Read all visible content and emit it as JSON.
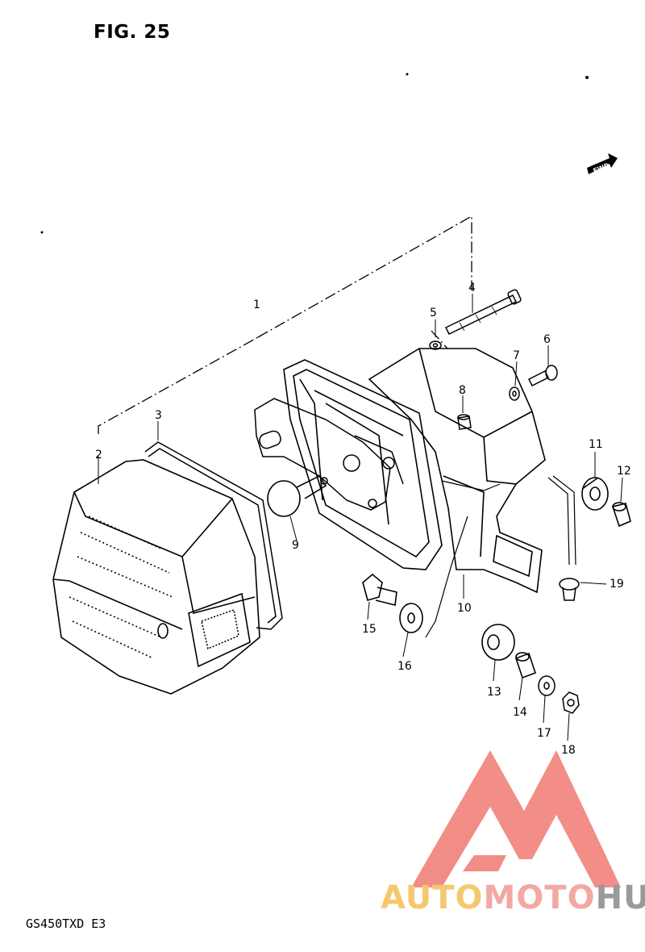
{
  "figure": {
    "title": "FIG. 25",
    "model": "GS450TXD  E3",
    "fwd_label": "FWD"
  },
  "callouts": [
    "1",
    "2",
    "3",
    "4",
    "5",
    "6",
    "7",
    "8",
    "9",
    "10",
    "11",
    "12",
    "13",
    "14",
    "15",
    "16",
    "17",
    "18",
    "19"
  ],
  "watermark": {
    "part_a": "AUTO",
    "part_b": "MOTO",
    "part_c": "HUB",
    "colors": {
      "a": "#f5c870",
      "b": "#f2a8a3",
      "c": "#9a9a9a",
      "logo": "#f07a72"
    }
  }
}
